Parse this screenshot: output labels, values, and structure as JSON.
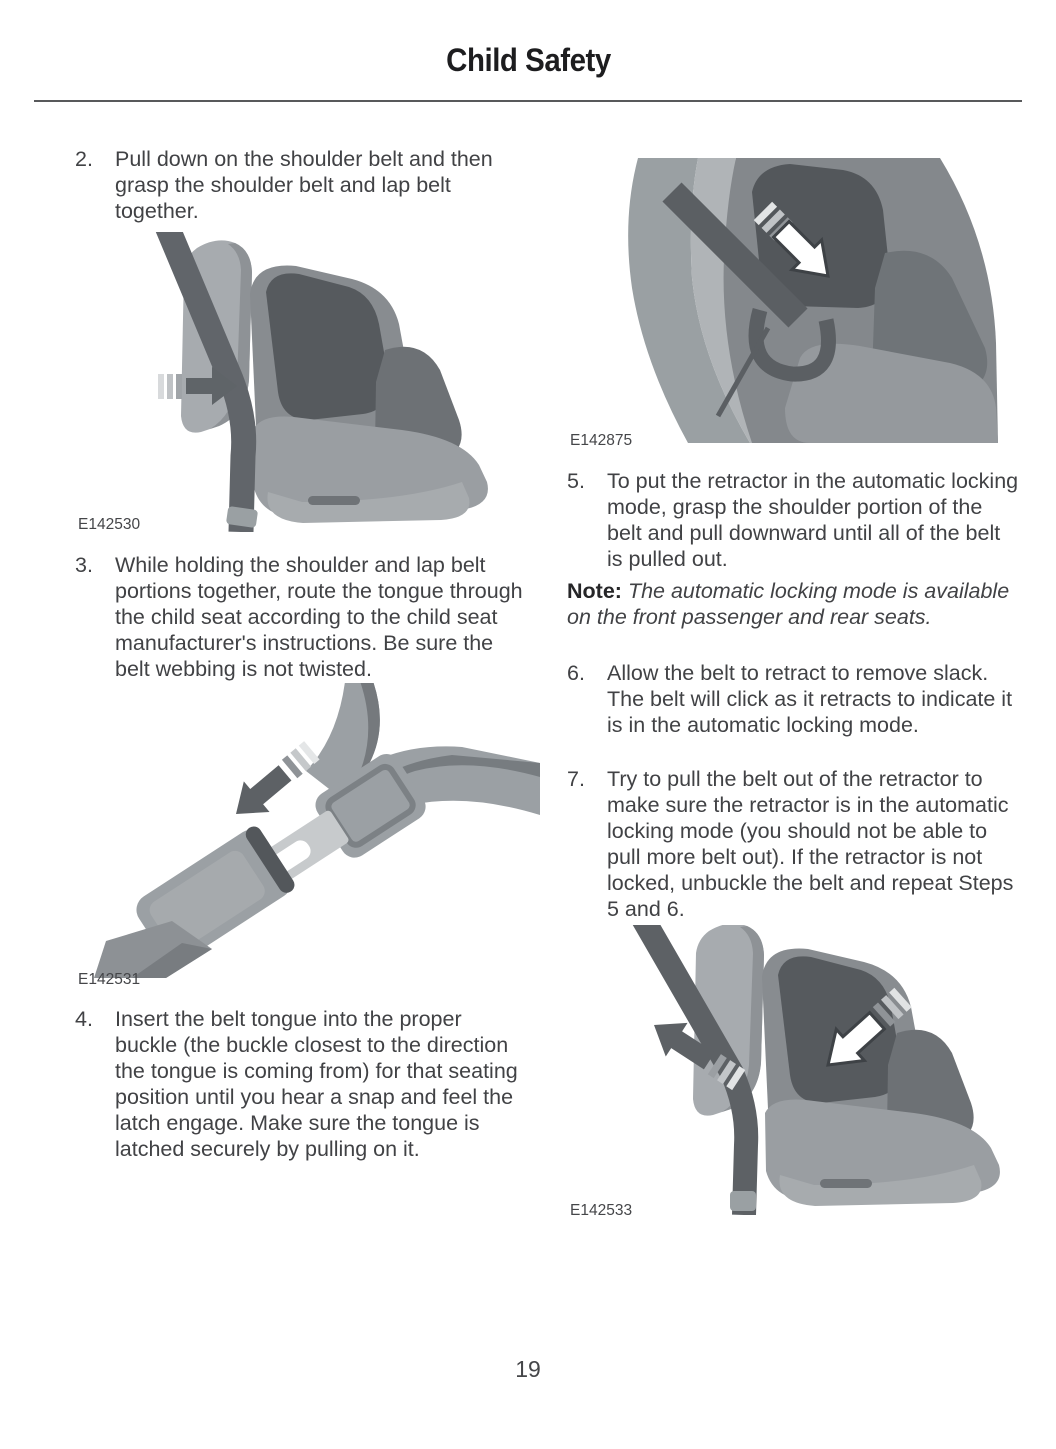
{
  "header": {
    "title": "Child Safety"
  },
  "footer": {
    "page_number": "19"
  },
  "steps_left": [
    {
      "num": "2.",
      "text": "Pull down on the shoulder belt and then grasp the shoulder belt and lap belt together."
    },
    {
      "num": "3.",
      "text": "While holding the shoulder and lap belt portions together, route the tongue through the child seat according to the child seat manufacturer's instructions. Be sure the belt webbing is not twisted."
    },
    {
      "num": "4.",
      "text": "Insert the belt tongue into the proper buckle (the buckle closest to the direction the tongue is coming from) for that seating position until you hear a snap and feel the latch engage. Make sure the tongue is latched securely by pulling on it."
    }
  ],
  "steps_right": [
    {
      "num": "5.",
      "text": "To put the retractor in the automatic locking mode, grasp the shoulder portion of the belt and pull downward until all of the belt is pulled out."
    },
    {
      "num": "6.",
      "text": "Allow the belt to retract to remove slack. The belt will click as it retracts to indicate it is in the automatic locking mode."
    },
    {
      "num": "7.",
      "text": "Try to pull the belt out of the retractor to make sure the retractor is in the automatic locking mode (you should not be able to pull more belt out). If the retractor is not locked, unbuckle the belt and repeat Steps 5 and 6."
    }
  ],
  "note": {
    "label": "Note:",
    "text": "The automatic locking mode is available on the front passenger and rear seats."
  },
  "figures": [
    {
      "label": "E142530",
      "name": "child-seat-secured-with-seat-belt-arrow-right"
    },
    {
      "label": "E142531",
      "name": "belt-tongue-and-buckle-arrow-down-left"
    },
    {
      "label": "E142875",
      "name": "shoulder-belt-pull-downward-closeup"
    },
    {
      "label": "E142533",
      "name": "belt-retract-two-arrows"
    }
  ],
  "colors": {
    "title_text": "#1d1d1f",
    "body_text": "#414245",
    "divider": "#58595b",
    "illustration_light": "#a7abae",
    "illustration_mid": "#888c90",
    "illustration_dark": "#565a5e",
    "belt": "#61656a"
  }
}
